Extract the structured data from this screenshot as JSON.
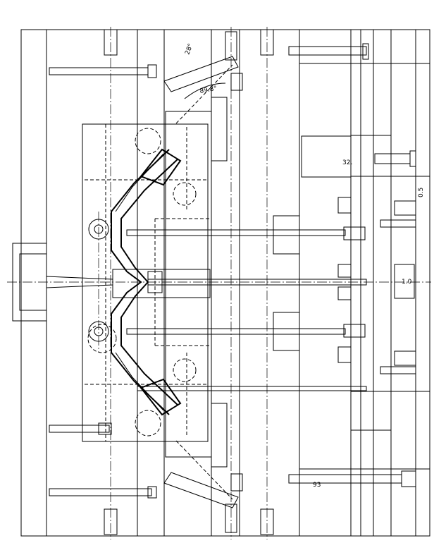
{
  "drawing": {
    "description_free": true,
    "annotations": [
      {
        "id": "angle-28",
        "text": "28°"
      },
      {
        "id": "dim-89",
        "text": "89.8°"
      },
      {
        "id": "dim-32",
        "text": "32."
      },
      {
        "id": "dim-93",
        "text": "93"
      },
      {
        "id": "dim-05",
        "text": "0.5"
      },
      {
        "id": "dim-10",
        "text": "1.0"
      }
    ],
    "ink_color": "#000000",
    "paper_color": "#ffffff"
  }
}
